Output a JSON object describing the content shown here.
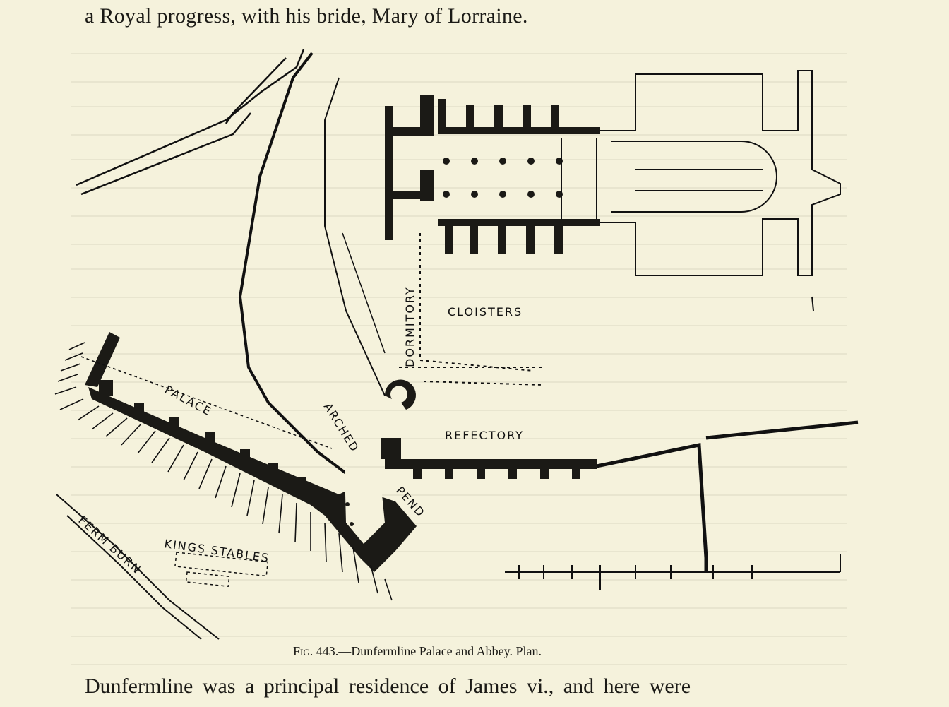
{
  "page": {
    "top_line": "a Royal progress, with his bride, Mary of Lorraine.",
    "bottom_line": "Dunfermline was a principal residence of James vi., and here were"
  },
  "figure": {
    "caption_label": "Fig. 443.",
    "caption_text": "—Dunfermline Palace and Abbey.   Plan.",
    "labels": {
      "cloisters": "CLOISTERS",
      "dormitory": "DORMITORY",
      "refectory": "REFECTORY",
      "palace": "PALACE",
      "arched": "ARCHED",
      "pend": "PEND",
      "kings_stables": "KINGS STABLES",
      "ferm_burn": "FERM BURN"
    }
  },
  "colors": {
    "paper": "#f5f2dc",
    "ink": "#1b1a16"
  }
}
